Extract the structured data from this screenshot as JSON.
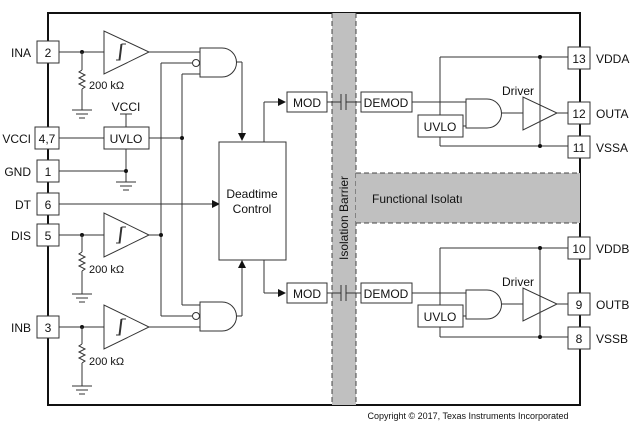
{
  "diagram": {
    "title": "Isolated dual-channel gate driver functional block diagram",
    "input_pins": [
      {
        "name": "INA",
        "number": "2"
      },
      {
        "name": "VCCI",
        "number": "4,7"
      },
      {
        "name": "GND",
        "number": "1"
      },
      {
        "name": "DT",
        "number": "6"
      },
      {
        "name": "DIS",
        "number": "5"
      },
      {
        "name": "INB",
        "number": "3"
      }
    ],
    "output_pins_a": [
      {
        "name": "VDDA",
        "number": "13"
      },
      {
        "name": "OUTA",
        "number": "12"
      },
      {
        "name": "VSSA",
        "number": "11"
      }
    ],
    "output_pins_b": [
      {
        "name": "VDDB",
        "number": "10"
      },
      {
        "name": "OUTB",
        "number": "9"
      },
      {
        "name": "VSSB",
        "number": "8"
      }
    ],
    "resistor_label": "200 kΩ",
    "vcci_label": "VCCI",
    "uvlo_label": "UVLO",
    "deadtime_line1": "Deadtime",
    "deadtime_line2": "Control",
    "mod_label": "MOD",
    "demod_label": "DEMOD",
    "driver_label": "Driver",
    "isolation_barrier_label": "Isolation Barrier",
    "functional_isolation_label": "Functional Isolatı",
    "copyright": "Copyright © 2017, Texas Instruments Incorporated"
  }
}
